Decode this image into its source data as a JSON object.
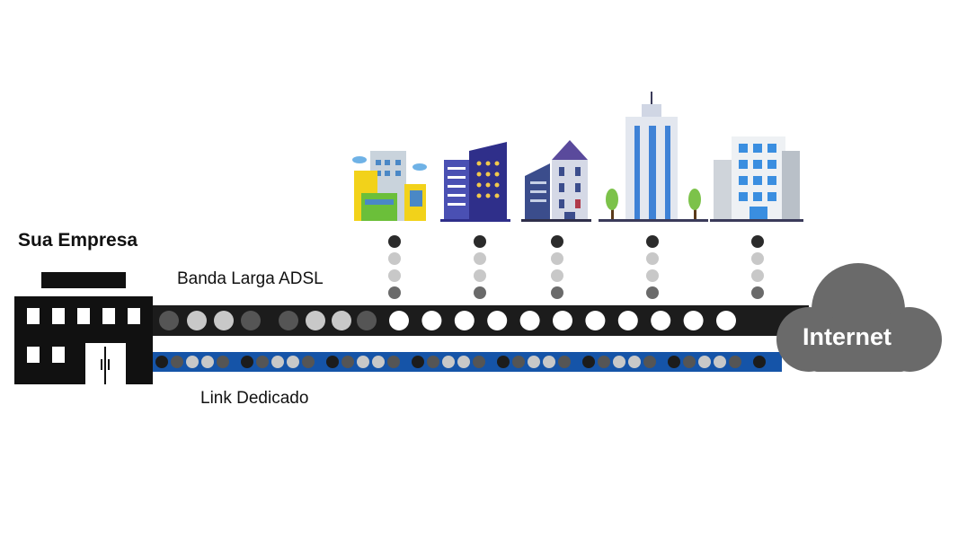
{
  "company": {
    "title": "Sua Empresa"
  },
  "links": {
    "adsl_label": "Banda Larga ADSL",
    "dedicated_label": "Link Dedicado"
  },
  "internet": {
    "label": "Internet"
  },
  "colors": {
    "adsl_bar": "#1c1c1c",
    "dedicated_bar": "#1554a8",
    "cloud": "#6a6a6a",
    "company_building": "#111111",
    "packet_white": "#ffffff",
    "packet_light": "#c8c8c8",
    "packet_dark": "#555555"
  },
  "neighbors": [
    {
      "icon": "colorful-building-icon"
    },
    {
      "icon": "purple-office-building-icon"
    },
    {
      "icon": "navy-apartment-building-icon"
    },
    {
      "icon": "skyscraper-icon"
    },
    {
      "icon": "white-office-building-icon"
    }
  ]
}
